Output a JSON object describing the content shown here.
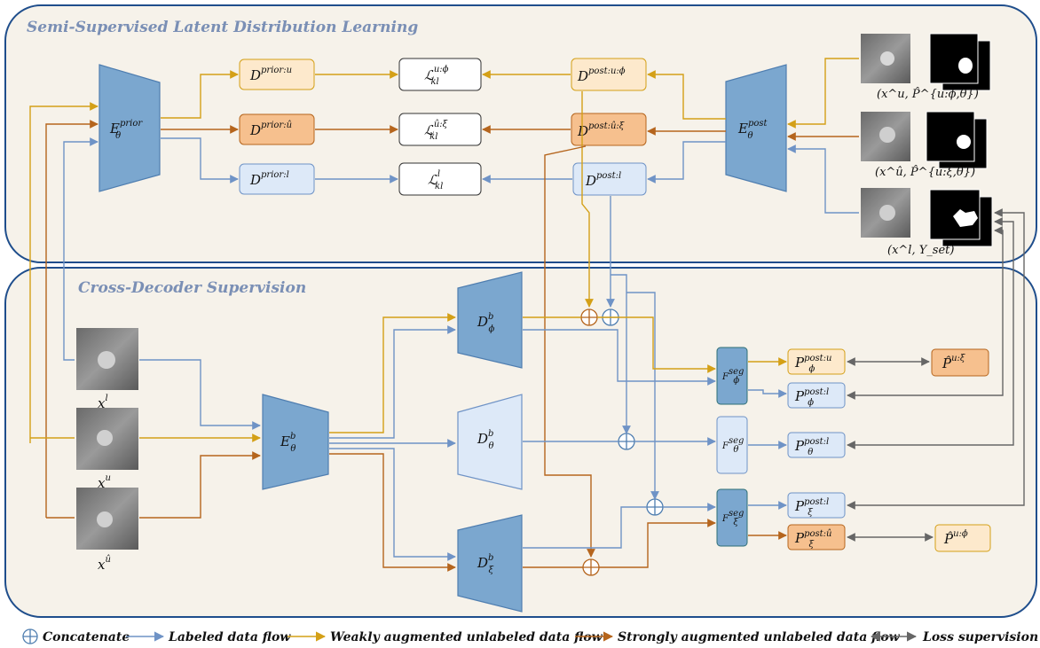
{
  "colors": {
    "labeled": "#6f93c6",
    "weak": "#d4a017",
    "strong": "#b5651d",
    "loss": "#666666",
    "panel_bg": "#f6f2ea",
    "panel_border": "#1f4e8c",
    "encoder_fill": "#7ba7cf",
    "light_blue_box": "#dde9f8",
    "light_orange_box": "#fde9cc",
    "orange_box": "#f6c08e"
  },
  "panels": {
    "top_title": "Semi-Supervised Latent Distribution Learning",
    "bottom_title": "Cross-Decoder Supervision"
  },
  "top": {
    "prior_encoder": {
      "main": "E",
      "sup": "prior",
      "sub": "θ"
    },
    "post_encoder": {
      "main": "E",
      "sup": "post",
      "sub": "θ"
    },
    "prior_boxes": [
      {
        "main": "D",
        "sup": "prior:u"
      },
      {
        "main": "D",
        "sup": "prior:û"
      },
      {
        "main": "D",
        "sup": "prior:l"
      }
    ],
    "kl_boxes": [
      {
        "main": "ℒ",
        "sup": "u:ϕ",
        "sub": "kl"
      },
      {
        "main": "ℒ",
        "sup": "û:ξ",
        "sub": "kl"
      },
      {
        "main": "ℒ",
        "sup": "l",
        "sub": "kl"
      }
    ],
    "post_boxes": [
      {
        "main": "D",
        "sup": "post:u:ϕ"
      },
      {
        "main": "D",
        "sup": "post:û:ξ"
      },
      {
        "main": "D",
        "sup": "post:l"
      }
    ],
    "pair_labels": [
      "(x^u, P̂^{u:ϕ,θ})",
      "(x^û, P̂^{u:ξ,θ})",
      "(x^l, Y_set)"
    ]
  },
  "bottom": {
    "inputs": [
      {
        "main": "x",
        "sup": "l"
      },
      {
        "main": "x",
        "sup": "u"
      },
      {
        "main": "x",
        "sup": "û"
      }
    ],
    "shared_encoder": {
      "main": "E",
      "sup": "b",
      "sub": "θ"
    },
    "decoders": [
      {
        "main": "D",
        "sup": "b",
        "sub": "ϕ"
      },
      {
        "main": "D",
        "sup": "b",
        "sub": "θ"
      },
      {
        "main": "D",
        "sup": "b",
        "sub": "ξ"
      }
    ],
    "seg_heads": [
      {
        "main": "F",
        "sup": "seg",
        "sub": "ϕ"
      },
      {
        "main": "F",
        "sup": "seg",
        "sub": "θ"
      },
      {
        "main": "F",
        "sup": "seg",
        "sub": "ξ"
      }
    ],
    "preds": [
      {
        "main": "P",
        "sup": "post:u",
        "sub": "ϕ"
      },
      {
        "main": "P",
        "sup": "post:l",
        "sub": "ϕ"
      },
      {
        "main": "P",
        "sup": "post:l",
        "sub": "θ"
      },
      {
        "main": "P",
        "sup": "post:l",
        "sub": "ξ"
      },
      {
        "main": "P",
        "sup": "post:û",
        "sub": "ξ"
      }
    ],
    "pseudo": [
      {
        "main": "P̂",
        "sup": "u:ξ"
      },
      {
        "main": "P̂",
        "sup": "u:ϕ"
      }
    ]
  },
  "legend": {
    "concat": "Concatenate",
    "labeled": "Labeled data flow",
    "weak": "Weakly augmented unlabeled data flow",
    "strong": "Strongly augmented unlabeled data flow",
    "loss": "Loss supervision"
  }
}
